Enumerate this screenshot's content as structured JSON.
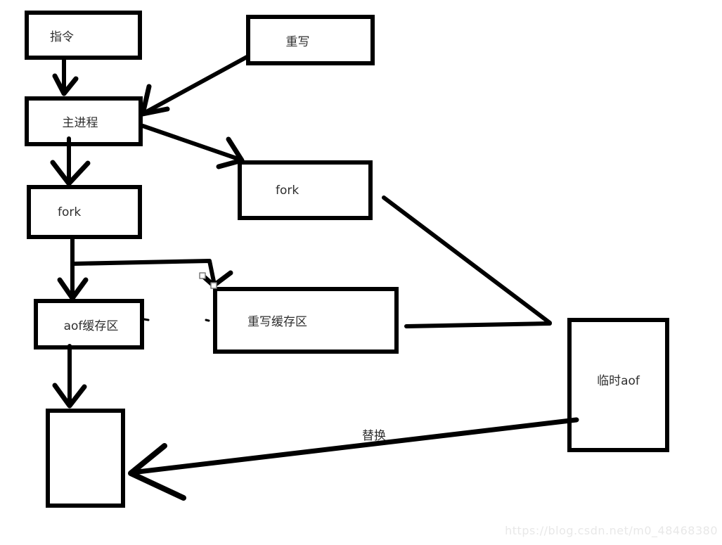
{
  "diagram": {
    "nodes": {
      "instruction": {
        "label": "指令"
      },
      "rewrite": {
        "label": "重写"
      },
      "main_process": {
        "label": "主进程"
      },
      "fork_left": {
        "label": "fork"
      },
      "fork_right": {
        "label": "fork"
      },
      "aof_buffer": {
        "label": "aof缓存区"
      },
      "rewrite_buffer": {
        "label": "重写缓存区"
      },
      "temp_aof": {
        "label": "临时aof"
      },
      "new_aof": {
        "label": ""
      }
    },
    "edge_labels": {
      "replace": "替换"
    }
  },
  "watermark": "https://blog.csdn.net/m0_48468380",
  "colors": {
    "line": "#000000",
    "text": "#2e2e2e",
    "watermark": "#e8e8e8",
    "background": "#ffffff"
  }
}
